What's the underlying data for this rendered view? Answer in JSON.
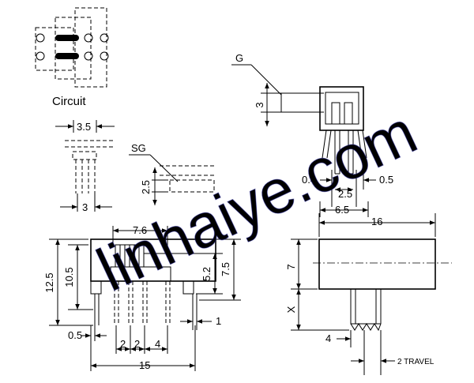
{
  "labels": {
    "circuit": "Circuit",
    "g": "G",
    "sg": "SG",
    "travel": "2 TRAVEL"
  },
  "dimensions": {
    "d3_5": "3.5",
    "d3_left": "3",
    "d2_5_left": "2.5",
    "d3_top": "3",
    "d0_4": "0.4",
    "d2_5_bot": "2.5",
    "d0_5_right": "0.5",
    "d6_5": "6.5",
    "d16": "16",
    "d7": "7",
    "dx": "X",
    "d4_right": "4",
    "d7_6": "7.6",
    "d12_5": "12.5",
    "d10_5": "10.5",
    "d5_2": "5.2",
    "d7_5": "7.5",
    "d1": "1",
    "d0_5_left": "0.5",
    "d2_a": "2",
    "d2_b": "2",
    "d4_left": "4",
    "d15": "15"
  },
  "watermark": "linhaiye.com",
  "colors": {
    "line": "#000000",
    "watermark": "#4646c8"
  }
}
